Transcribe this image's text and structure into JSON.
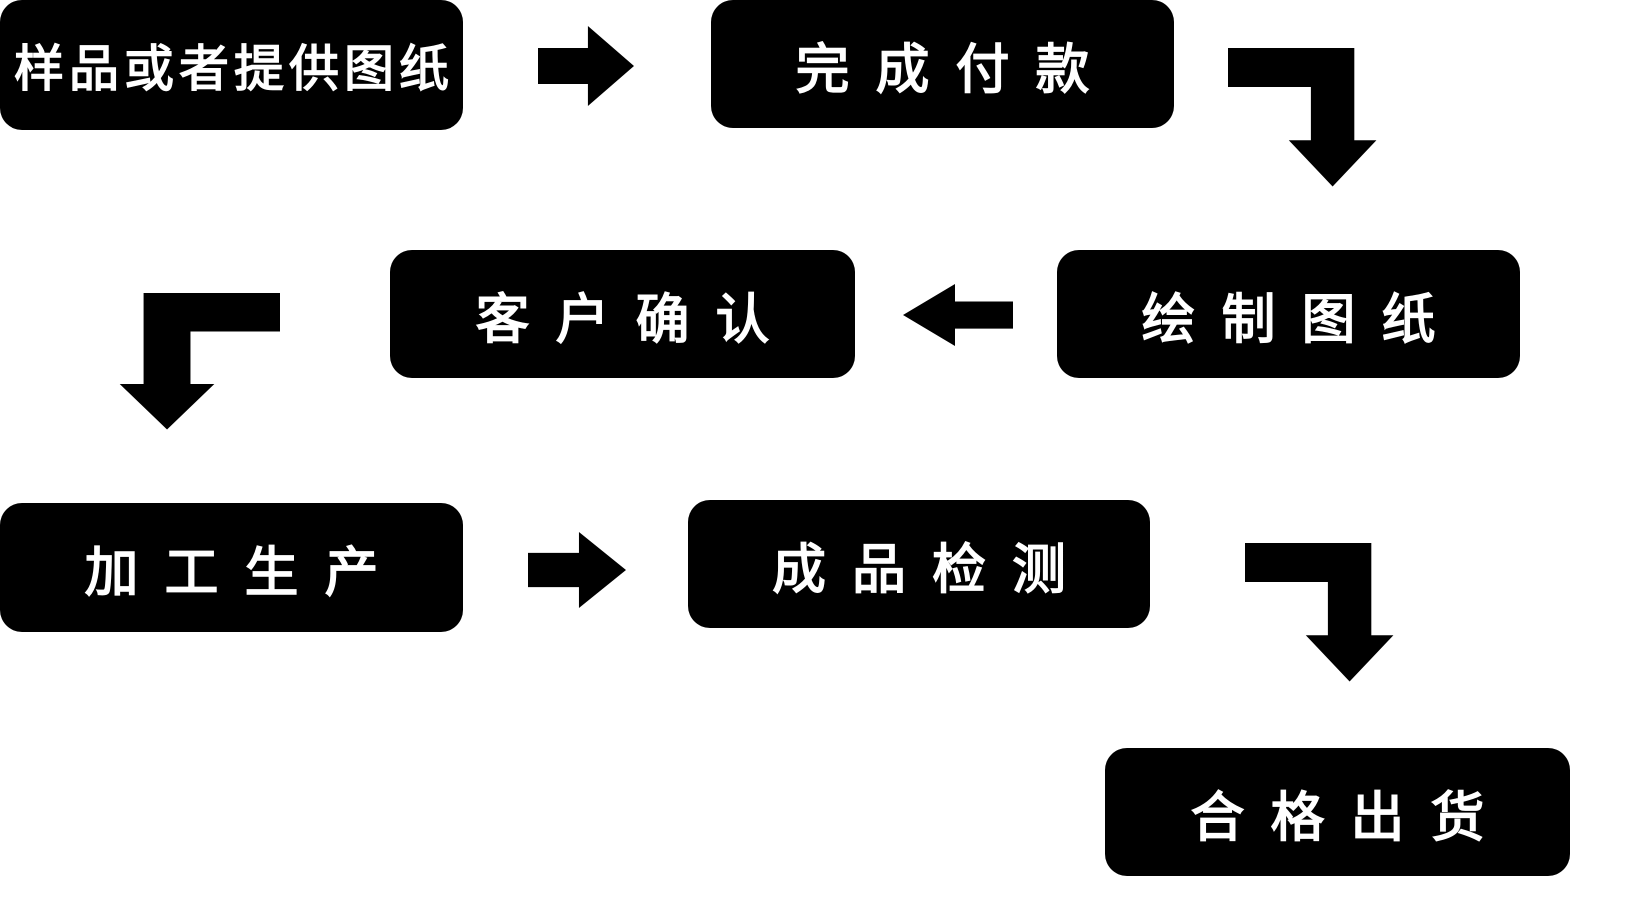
{
  "diagram": {
    "title": "production-process-flowchart",
    "colors": {
      "box_fill": "#000000",
      "box_text": "#ffffff",
      "arrow": "#000000",
      "background": "#ffffff"
    },
    "nodes": [
      {
        "id": "step-1",
        "label": "样品或者提供图纸"
      },
      {
        "id": "step-2",
        "label": "完成付款"
      },
      {
        "id": "step-3",
        "label": "绘制图纸"
      },
      {
        "id": "step-4",
        "label": "客户确认"
      },
      {
        "id": "step-5",
        "label": "加工生产"
      },
      {
        "id": "step-6",
        "label": "成品检测"
      },
      {
        "id": "step-7",
        "label": "合格出货"
      }
    ],
    "connectors": [
      {
        "from": "样品或者提供图纸",
        "to": "完成付款",
        "direction": "right"
      },
      {
        "from": "完成付款",
        "to": "绘制图纸",
        "direction": "right-then-down"
      },
      {
        "from": "绘制图纸",
        "to": "客户确认",
        "direction": "left"
      },
      {
        "from": "客户确认",
        "to": "加工生产",
        "direction": "left-then-down"
      },
      {
        "from": "加工生产",
        "to": "成品检测",
        "direction": "right"
      },
      {
        "from": "成品检测",
        "to": "合格出货",
        "direction": "right-then-down"
      }
    ]
  }
}
